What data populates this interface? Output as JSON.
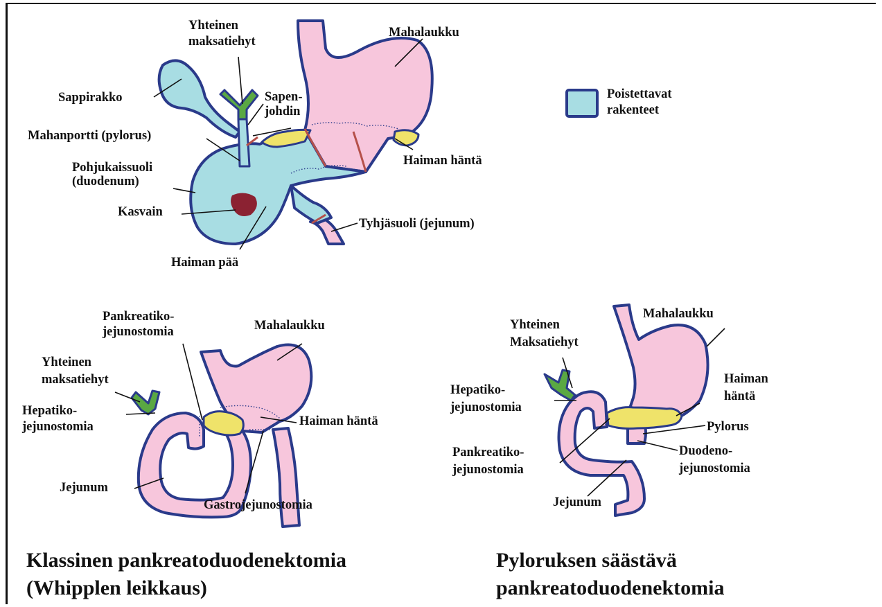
{
  "colors": {
    "removed": "#a8dde3",
    "stomach": "#f7c6dc",
    "pancreas": "#efe36a",
    "tumor": "#8b2232",
    "bile_duct": "#5aa843",
    "outline": "#2a3a8a",
    "cut_line": "#b5504a"
  },
  "legend": {
    "line1": "Poistettavat",
    "line2": "rakenteet"
  },
  "top_diagram": {
    "mahalaukku": "Mahalaukku",
    "yhteinen_1": "Yhteinen",
    "yhteinen_2": "maksatiehyt",
    "sappirakko": "Sappirakko",
    "sapen_1": "Sapen-",
    "sapen_2": "johdin",
    "mahanportti": "Mahanportti (pylorus)",
    "pohjukaissuoli_1": "Pohjukaissuoli",
    "pohjukaissuoli_2": "(duodenum)",
    "kasvain": "Kasvain",
    "haiman_paa": "Haiman pää",
    "haiman_hanta": "Haiman häntä",
    "tyhjasuoli": "Tyhjäsuoli (jejunum)"
  },
  "left_diagram": {
    "pankreatiko_1": "Pankreatiko-",
    "pankreatiko_2": "jejunostomia",
    "mahalaukku": "Mahalaukku",
    "yhteinen_1": "Yhteinen",
    "yhteinen_2": "maksatiehyt",
    "hepatiko_1": "Hepatiko-",
    "hepatiko_2": "jejunostomia",
    "haiman_hanta": "Haiman häntä",
    "jejunum": "Jejunum",
    "gastro": "Gastrojejunostomia",
    "caption_1": "Klassinen pankreatoduodenektomia",
    "caption_2": "(Whipplen leikkaus)"
  },
  "right_diagram": {
    "yhteinen_1": "Yhteinen",
    "yhteinen_2": "Maksatiehyt",
    "mahalaukku": "Mahalaukku",
    "hepatiko_1": "Hepatiko-",
    "hepatiko_2": "jejunostomia",
    "haiman_hanta_1": "Haiman",
    "haiman_hanta_2": "häntä",
    "pylorus": "Pylorus",
    "pankreatiko_1": "Pankreatiko-",
    "pankreatiko_2": "jejunostomia",
    "duodeno_1": "Duodeno-",
    "duodeno_2": "jejunostomia",
    "jejunum": "Jejunum",
    "caption_1": "Pyloruksen säästävä",
    "caption_2": "pankreatoduodenektomia"
  }
}
